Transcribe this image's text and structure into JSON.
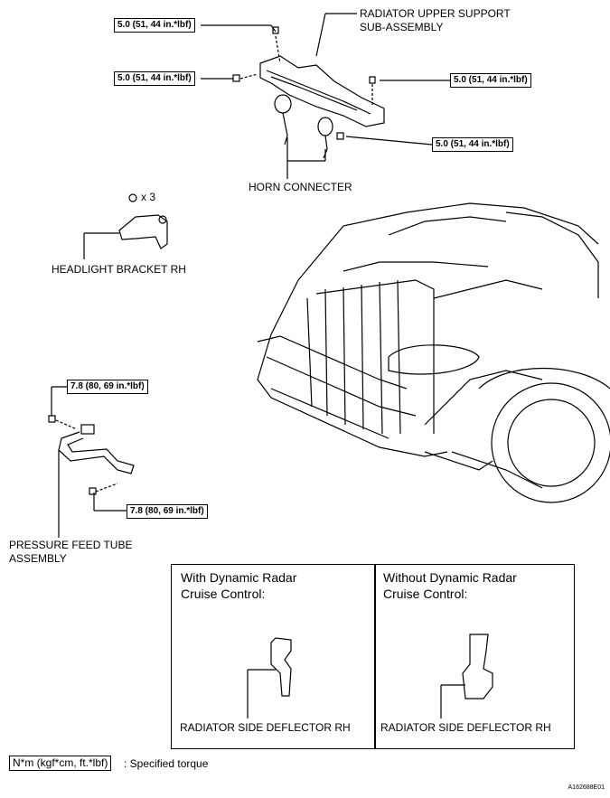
{
  "torque_labels": {
    "radiator_support_top": "5.0 (51, 44 in.*lbf)",
    "radiator_support_left": "5.0 (51, 44 in.*lbf)",
    "radiator_support_right": "5.0 (51, 44 in.*lbf)",
    "radiator_support_bottom_right": "5.0 (51, 44 in.*lbf)",
    "pressure_tube_top": "7.8 (80, 69 in.*lbf)",
    "pressure_tube_bottom": "7.8 (80, 69 in.*lbf)"
  },
  "parts": {
    "radiator_upper_support_line1": "RADIATOR UPPER SUPPORT",
    "radiator_upper_support_line2": "SUB-ASSEMBLY",
    "horn_connector": "HORN CONNECTER",
    "headlight_bracket": "HEADLIGHT BRACKET RH",
    "quantity": "x 3",
    "pressure_feed_line1": "PRESSURE FEED TUBE",
    "pressure_feed_line2": "ASSEMBLY"
  },
  "panels": {
    "with_title_line1": "With Dynamic Radar",
    "with_title_line2": "Cruise Control:",
    "with_part": "RADIATOR SIDE DEFLECTOR RH",
    "without_title_line1": "Without Dynamic Radar",
    "without_title_line2": "Cruise Control:",
    "without_part": "RADIATOR SIDE DEFLECTOR RH"
  },
  "legend": {
    "unit": "N*m (kgf*cm, ft.*lbf)",
    "description": ": Specified torque"
  },
  "figure_id": "A162688E01"
}
